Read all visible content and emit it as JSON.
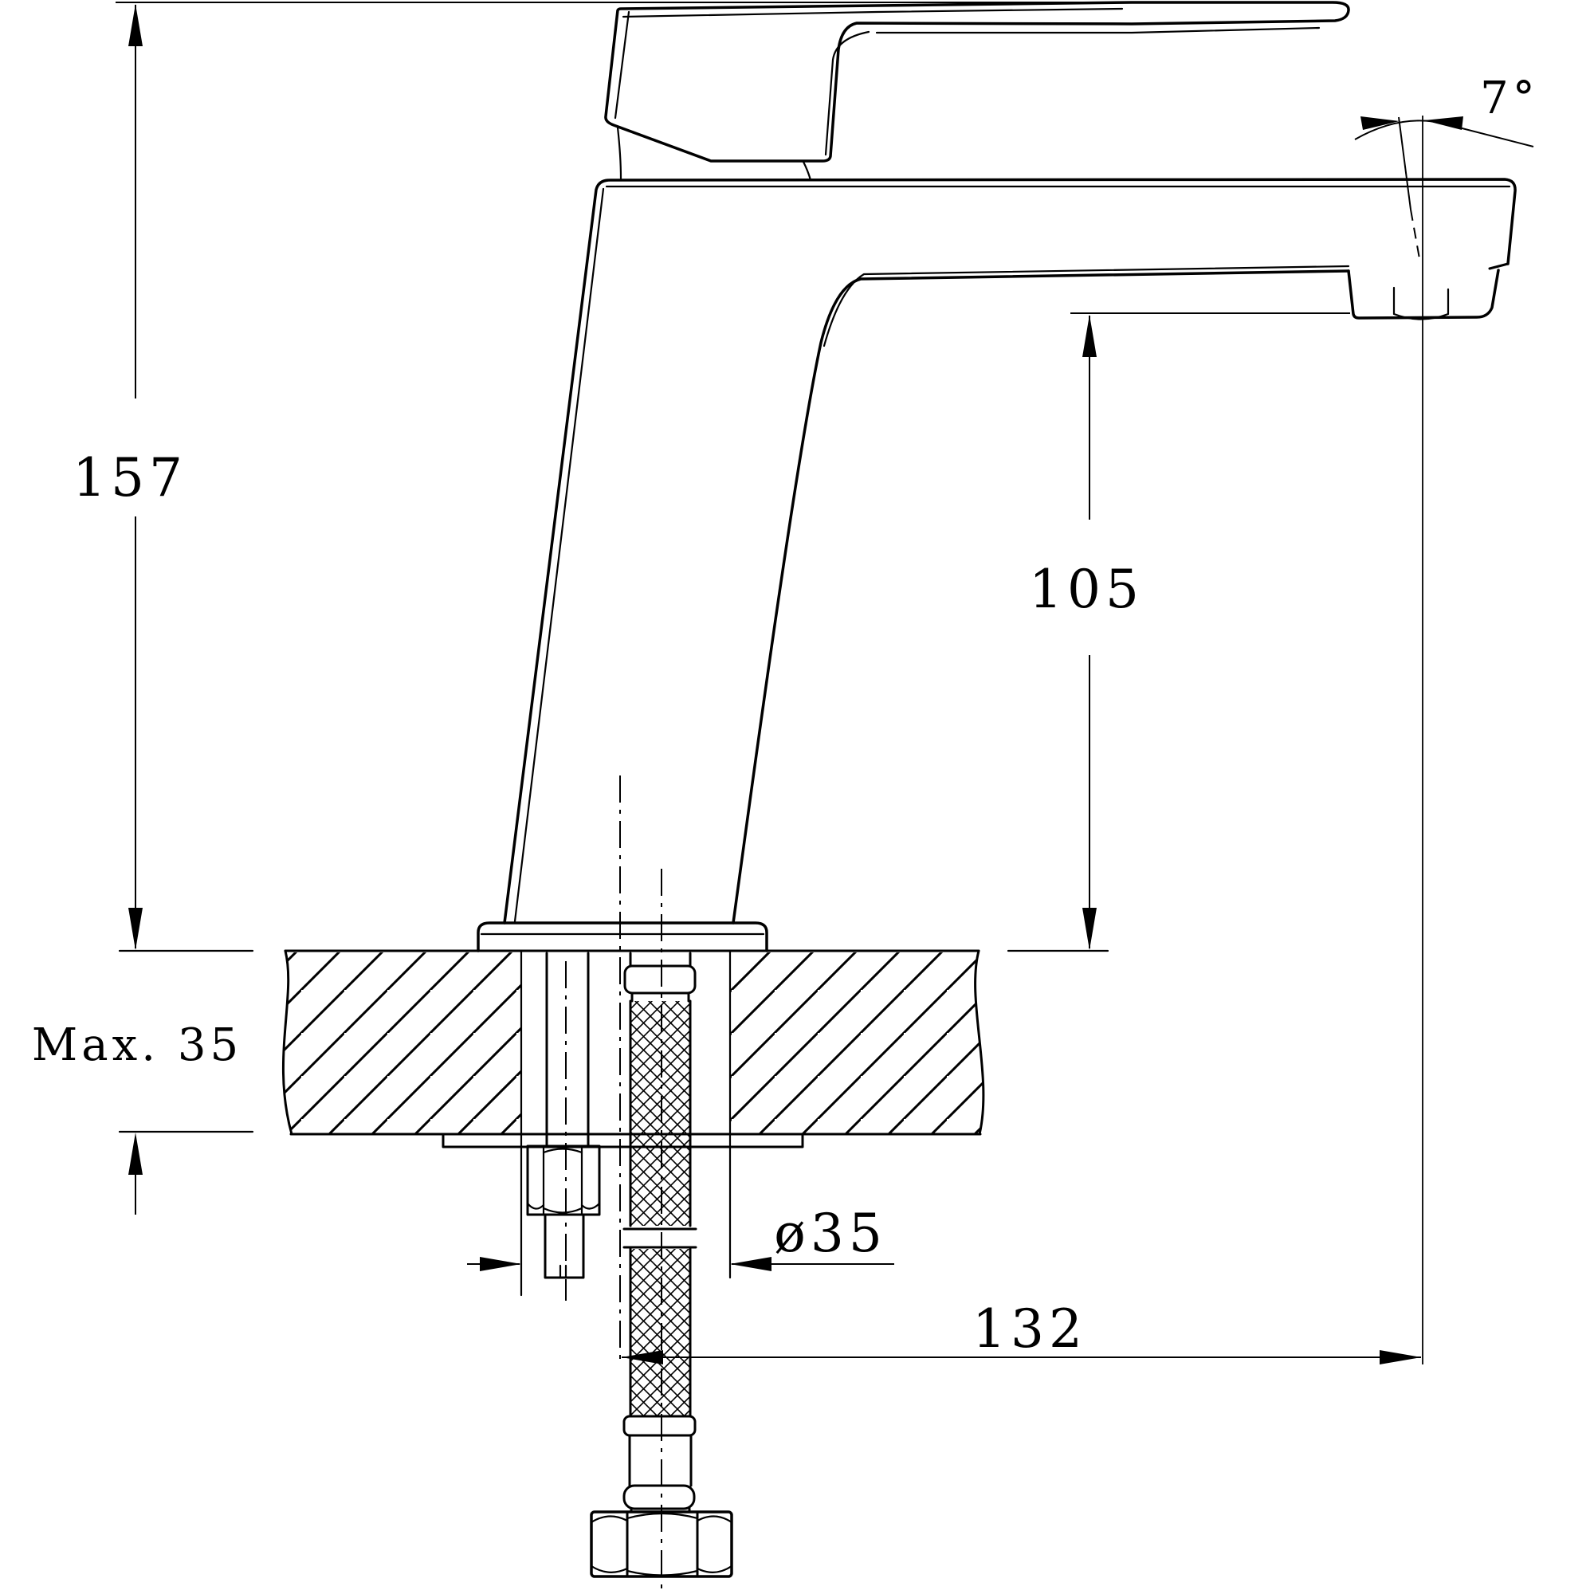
{
  "drawing": {
    "kind": "basin-mixer-faucet-installation-dimension-drawing",
    "colors": {
      "line": "#000000",
      "background": "#ffffff"
    },
    "labels": {
      "height_overall": "157",
      "height_spout": "105",
      "deck_thickness_max": "Max. 35",
      "hole_diameter": "ø35",
      "spout_reach": "132",
      "outlet_angle": "7°"
    }
  }
}
